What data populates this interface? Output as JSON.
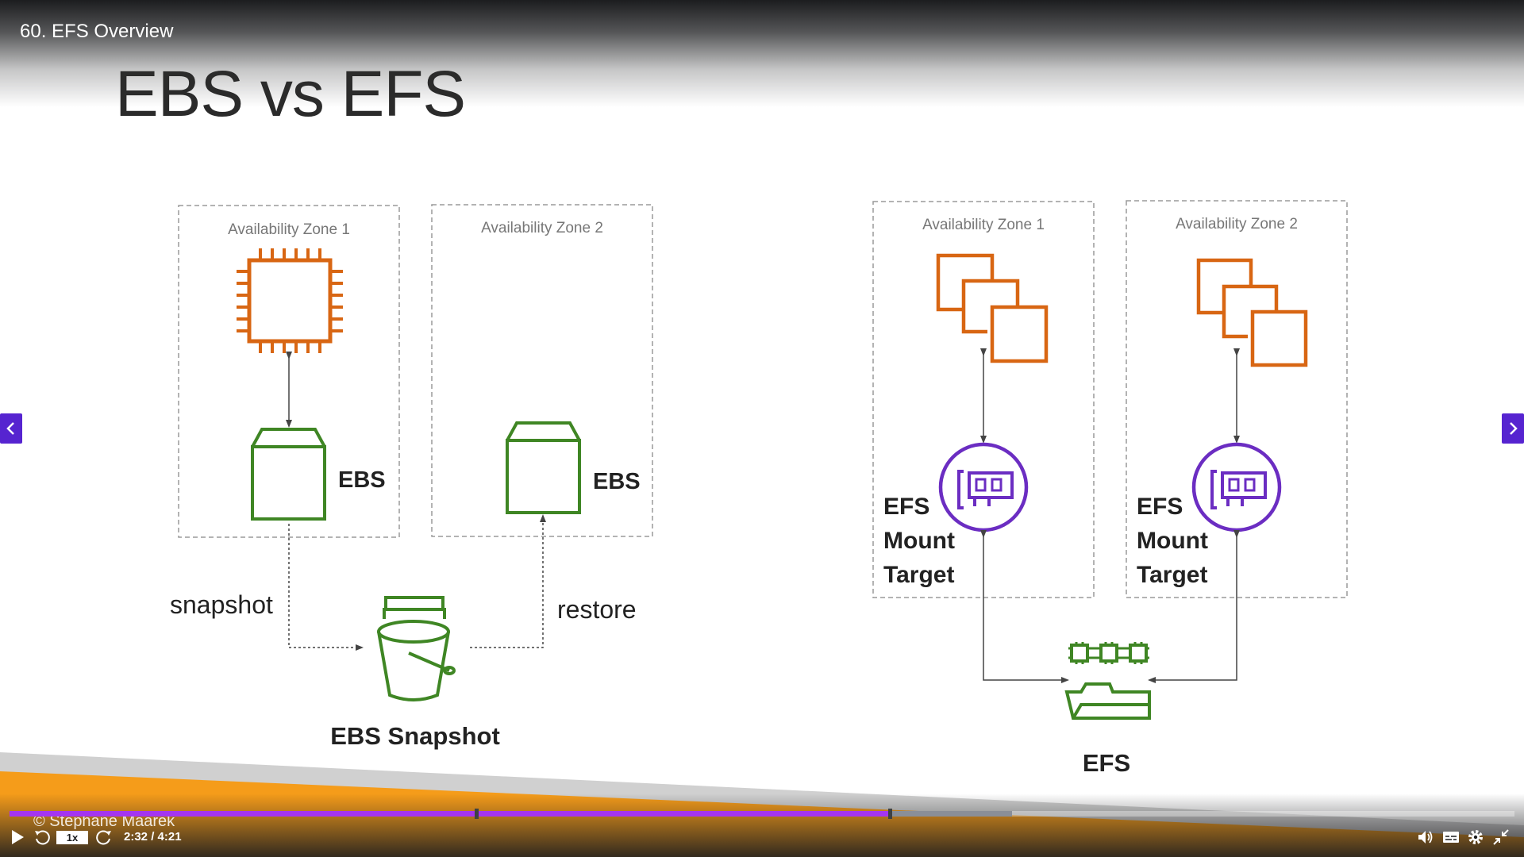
{
  "player": {
    "lecture_title": "60. EFS Overview",
    "speed": "1x",
    "time": "2:32 / 4:21",
    "progress": 0.582,
    "buffered": 0.666,
    "copyright": "© Stephane Maarek"
  },
  "slide": {
    "title": "EBS vs EFS",
    "ebs_diagram": {
      "az1_label": "Availability Zone 1",
      "az2_label": "Availability Zone 2",
      "ebs_label_1": "EBS",
      "ebs_label_2": "EBS",
      "snapshot_label": "snapshot",
      "restore_label": "restore",
      "ebs_snapshot_label": "EBS Snapshot"
    },
    "efs_diagram": {
      "az1_label": "Availability Zone 1",
      "az2_label": "Availability Zone 2",
      "mount_target_1": [
        "EFS",
        "Mount",
        "Target"
      ],
      "mount_target_2": [
        "EFS",
        "Mount",
        "Target"
      ],
      "efs_label": "EFS"
    }
  },
  "colors": {
    "ec2_orange": "#d86613",
    "ebs_green": "#3f8624",
    "efs_purple": "#6b2dc2",
    "udemy_purple": "#5624d0",
    "progress_purple": "#a435f0",
    "bottom_orange": "#f59c1a"
  }
}
